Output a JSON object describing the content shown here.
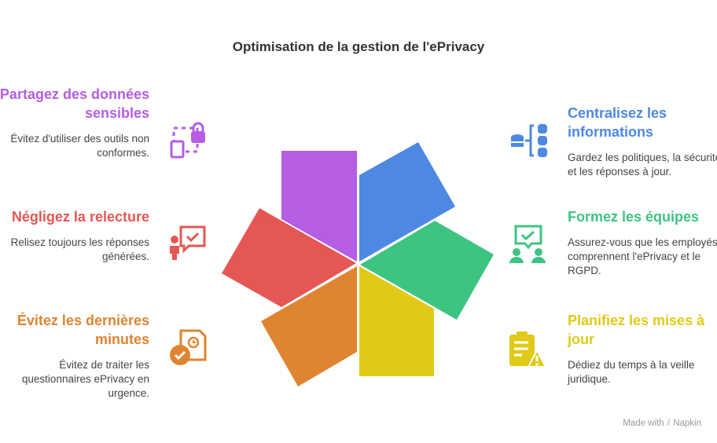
{
  "title": "Optimisation de la gestion de l'ePrivacy",
  "left_items": [
    {
      "heading": "Partagez des données sensibles",
      "description": "Évitez d'utiliser des outils non conformes.",
      "color": "#B55DE3",
      "icon": "lock-document-icon"
    },
    {
      "heading": "Négligez la relecture",
      "description": "Relisez toujours les réponses générées.",
      "color": "#E55753",
      "icon": "person-check-speech-icon"
    },
    {
      "heading": "Évitez les dernières minutes",
      "description": "Évitez de traiter les questionnaires ePrivacy en urgence.",
      "color": "#DF8430",
      "icon": "document-clock-check-icon"
    }
  ],
  "right_items": [
    {
      "heading": "Centralisez les informations",
      "description": "Gardez les politiques, la sécurité et les réponses à jour.",
      "color": "#4D88E3",
      "icon": "database-icon"
    },
    {
      "heading": "Formez les équipes",
      "description": "Assurez-vous que les employés comprennent l'ePrivacy et le RGPD.",
      "color": "#3DC482",
      "icon": "team-training-icon"
    },
    {
      "heading": "Planifiez les mises à jour",
      "description": "Dédiez du temps à la veille juridique.",
      "color": "#E0CA17",
      "icon": "clipboard-warning-icon"
    }
  ],
  "footer": {
    "prefix": "Made with",
    "brand": "Napkin"
  }
}
